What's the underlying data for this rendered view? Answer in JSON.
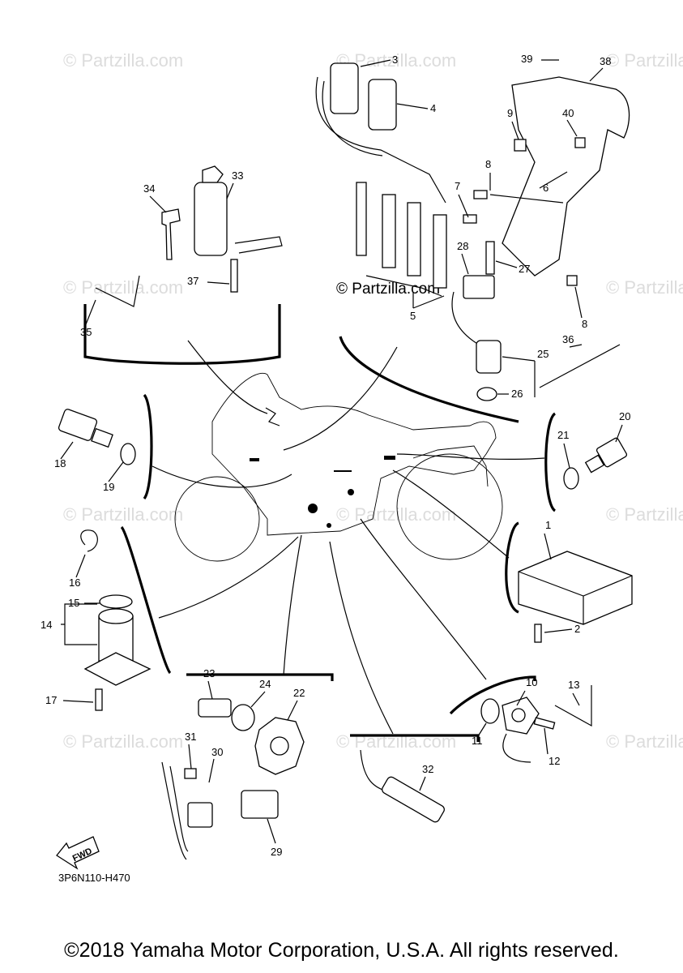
{
  "watermarks": {
    "text": "© Partzilla.com",
    "center_text": "© Partzilla.com"
  },
  "callouts": [
    "1",
    "2",
    "3",
    "4",
    "5",
    "6",
    "7",
    "8",
    "8",
    "9",
    "10",
    "11",
    "12",
    "13",
    "14",
    "15",
    "16",
    "17",
    "18",
    "19",
    "20",
    "21",
    "22",
    "23",
    "24",
    "25",
    "26",
    "27",
    "28",
    "29",
    "30",
    "31",
    "32",
    "33",
    "34",
    "35",
    "36",
    "37",
    "38",
    "39",
    "40"
  ],
  "arrow": {
    "label": "FWD"
  },
  "figure_code": "3P6N110-H470",
  "copyright": "©2018 Yamaha Motor Corporation, U.S.A. All rights reserved.",
  "colors": {
    "line": "#000000",
    "watermark": "#dcdcdc",
    "background": "#ffffff"
  }
}
